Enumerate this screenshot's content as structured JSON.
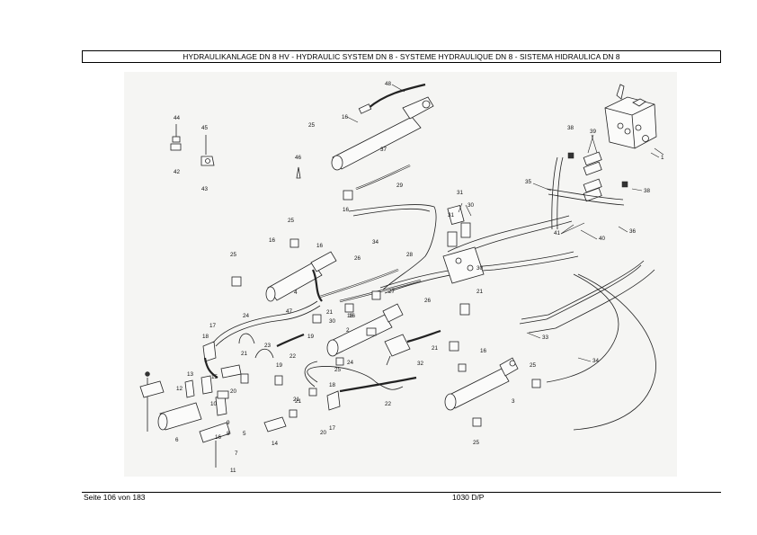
{
  "header": {
    "title": "HYDRAULIKANLAGE DN 8 HV - HYDRAULIC SYSTEM DN 8 - SYSTEME HYDRAULIQUE DN 8 - SISTEMA HIDRAULICA DN 8"
  },
  "footer": {
    "page": "Seite 106 von 183",
    "model": "1030 D/P"
  },
  "diagram": {
    "part_labels": [
      "48",
      "16",
      "25",
      "37",
      "44",
      "42",
      "45",
      "43",
      "46",
      "29",
      "16",
      "31",
      "30",
      "31",
      "38",
      "39",
      "1",
      "35",
      "38",
      "36",
      "25",
      "16",
      "25",
      "16",
      "34",
      "26",
      "28",
      "30",
      "41",
      "40",
      "4",
      "21",
      "16",
      "21",
      "27",
      "26",
      "21",
      "33",
      "47",
      "30",
      "16",
      "17",
      "18",
      "24",
      "23",
      "22",
      "19",
      "2",
      "19",
      "25",
      "32",
      "24",
      "21",
      "21",
      "34",
      "16",
      "25",
      "3",
      "15",
      "13",
      "12",
      "10",
      "9",
      "8",
      "7",
      "6",
      "16",
      "14",
      "5",
      "21",
      "18",
      "17",
      "20",
      "20",
      "22",
      "11",
      "25"
    ]
  }
}
